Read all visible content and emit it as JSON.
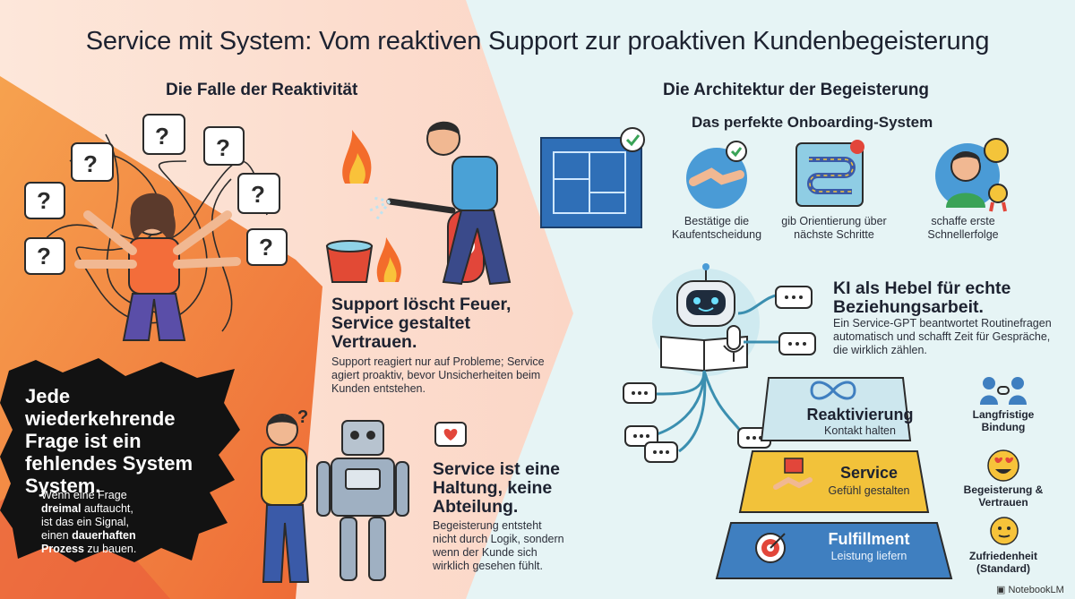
{
  "title": "Service mit System: Vom reaktiven Support zur proaktiven Kundenbegeisterung",
  "left": {
    "heading": "Die Falle der Reaktivität",
    "burst_text": "Jede wiederkehrende Frage ist ein fehlendes System System.",
    "burst_note_1": "Wenn eine Frage",
    "burst_note_2_bold": "dreimal",
    "burst_note_2_rest": " auftaucht,",
    "burst_note_3": "ist das ein Signal,",
    "burst_note_4": "einen",
    "burst_note_4_bold": " dauerhaften",
    "burst_note_5_bold": "Prozess",
    "burst_note_5_rest": " zu bauen.",
    "fire_heading": "Support löscht Feuer, Service gestaltet Vertrauen.",
    "fire_text": "Support reagiert nur auf Probleme; Service agiert proaktiv, bevor Unsicherheiten beim Kunden entstehen.",
    "attitude_heading": "Service ist eine Haltung, keine Abteilung.",
    "attitude_text": "Begeisterung entsteht nicht durch Logik, sondern wenn der Kunde sich wirklich gesehen fühlt."
  },
  "right": {
    "heading": "Die Architektur der Begeisterung",
    "onboarding_heading": "Das perfekte Onboarding-System",
    "steps": [
      {
        "label": "Bestätige die Kaufentscheidung",
        "icon": "handshake-icon"
      },
      {
        "label": "gib Orientierung über nächste Schritte",
        "icon": "roadmap-icon"
      },
      {
        "label": "schaffe erste Schnellerfolge",
        "icon": "smiling-person-medal-icon"
      }
    ],
    "ai_heading": "KI als Hebel für echte Beziehungsarbeit.",
    "ai_text": "Ein Service-GPT beantwortet Routinefragen automatisch und schafft Zeit für Gespräche, die wirklich zählen.",
    "pyramid": [
      {
        "title": "Reaktivierung",
        "sub": "Kontakt halten",
        "color": "#cde7ee",
        "icon": "infinity-icon"
      },
      {
        "title": "Service",
        "sub": "Gefühl gestalten",
        "color": "#f2c23a",
        "icon": "gift-handshake-icon"
      },
      {
        "title": "Fulfillment",
        "sub": "Leistung liefern",
        "color": "#3f7fc0",
        "icon": "target-icon"
      }
    ],
    "side_labels": [
      {
        "label": "Langfristige Bindung",
        "icon": "people-chain-icon"
      },
      {
        "label": "Begeisterung & Vertrauen",
        "icon": "heart-eyes-icon"
      },
      {
        "label": "Zufriedenheit (Standard)",
        "icon": "neutral-smile-icon"
      }
    ]
  },
  "brand": "NotebookLM",
  "colors": {
    "left_orange": "#f07a3c",
    "left_peach": "#fbd9c4",
    "right_mint": "#e3f3f4",
    "burst_black": "#121212"
  }
}
